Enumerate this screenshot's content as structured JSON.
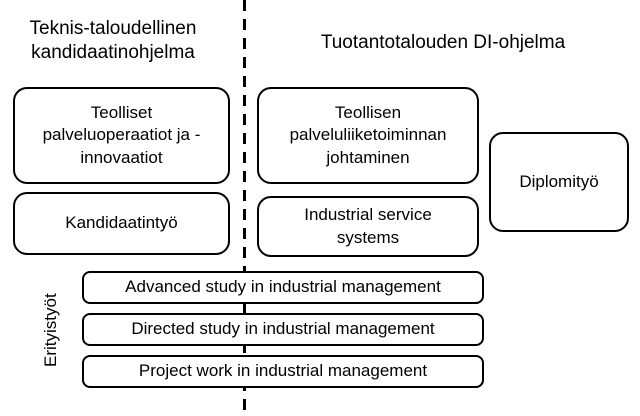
{
  "diagram": {
    "left_program": {
      "title": "Teknis-taloudellinen kandidaatinohjelma",
      "boxes": [
        "Teolliset palveluoperaatiot ja - innovaatiot",
        "Kandidaatintyö"
      ]
    },
    "right_program": {
      "title": "Tuotantotalouden DI-ohjelma",
      "boxes": [
        "Teollisen palveluliiketoiminnan johtaminen",
        "Industrial service systems"
      ]
    },
    "thesis_box": "Diplomityö",
    "special_works": {
      "label": "Erityistyöt",
      "items": [
        "Advanced study in industrial management",
        "Directed study in industrial management",
        "Project work in industrial management"
      ]
    },
    "colors": {
      "border": "#000000",
      "background": "#ffffff",
      "text": "#000000"
    }
  }
}
